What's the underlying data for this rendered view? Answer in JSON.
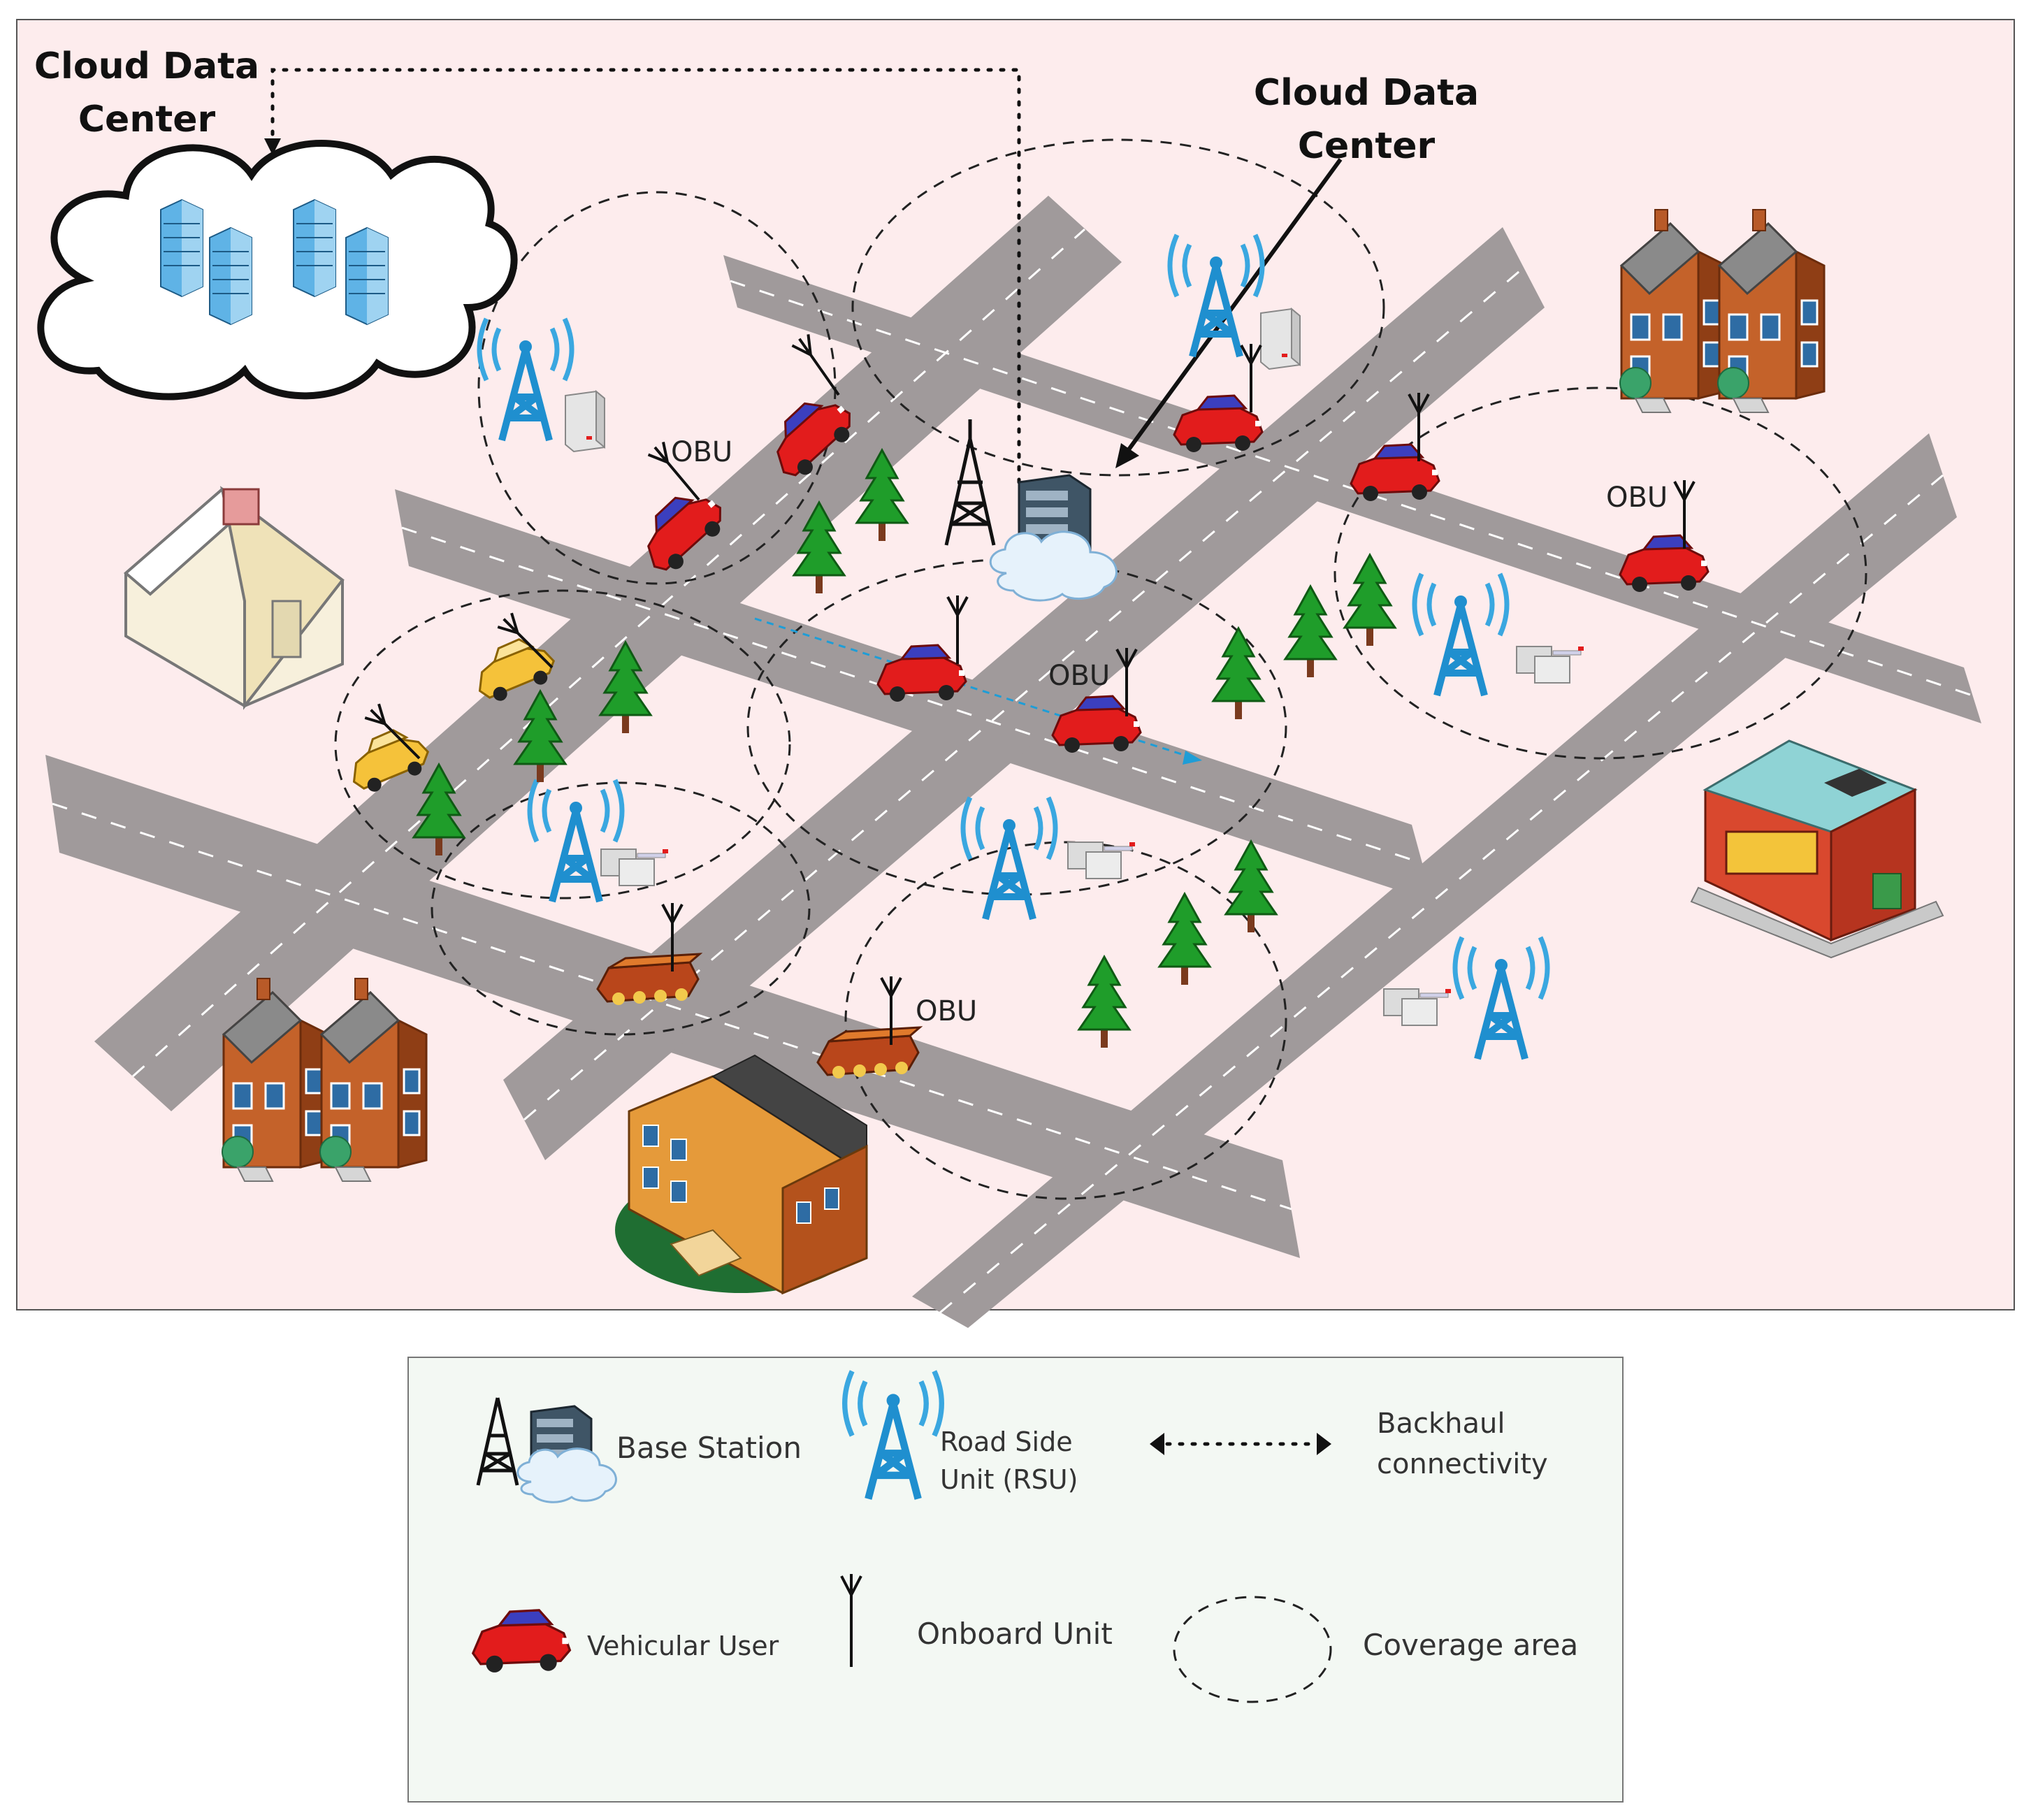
{
  "diagram": {
    "labels": {
      "cloud_left": [
        "Cloud Data",
        "Center"
      ],
      "cloud_right": [
        "Cloud Data",
        "Center"
      ],
      "obu": "OBU"
    },
    "legend": {
      "base_station": "Base Station",
      "rsu": [
        "Road Side",
        "Unit (RSU)"
      ],
      "backhaul": [
        "Backhaul",
        "connectivity"
      ],
      "vehicular_user": "Vehicular User",
      "onboard_unit": "Onboard Unit",
      "coverage_area": "Coverage area"
    },
    "colors": {
      "scene_background": "#fdeced",
      "road": "#a09a9b",
      "legend_background": "#f3f8f3",
      "rsu": "#1f8fcf",
      "vehicle": "#e21c1c",
      "tree": "#1f9d2a"
    }
  }
}
